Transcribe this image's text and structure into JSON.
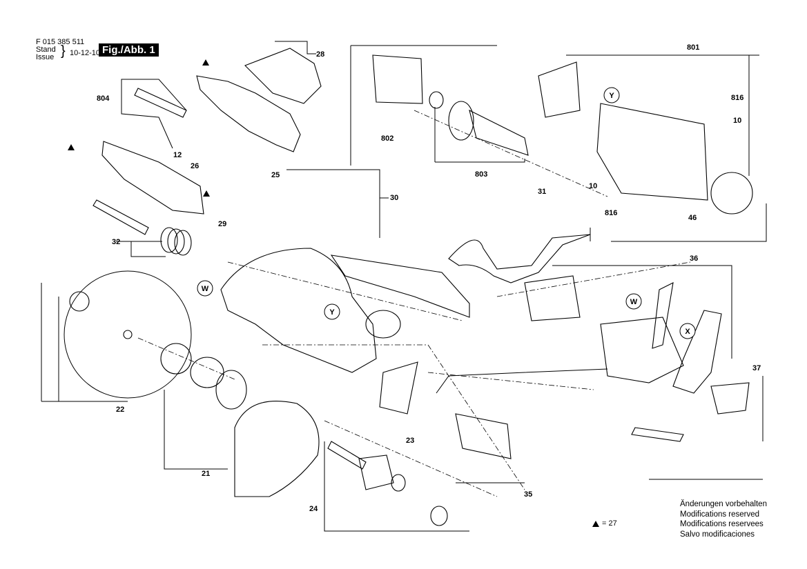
{
  "header": {
    "part_no": "F 015 385 511",
    "stand": "Stand",
    "issue": "Issue",
    "date": "10-12-10",
    "fig": "Fig./Abb. 1"
  },
  "callouts": [
    "28",
    "804",
    "12",
    "26",
    "25",
    "30",
    "29",
    "32",
    "22",
    "21",
    "23",
    "24",
    "35",
    "802",
    "803",
    "801",
    "816",
    "10",
    "10",
    "816",
    "46",
    "31",
    "36",
    "37"
  ],
  "markers": [
    "W",
    "W",
    "Y",
    "Y",
    "X"
  ],
  "notes": [
    "Änderungen vorbehalten",
    "Modifications reserved",
    "Modifications reservees",
    "Salvo modificaciones"
  ],
  "legend": {
    "text": "= 27"
  },
  "colors": {
    "ink": "#000000",
    "background": "#ffffff"
  }
}
